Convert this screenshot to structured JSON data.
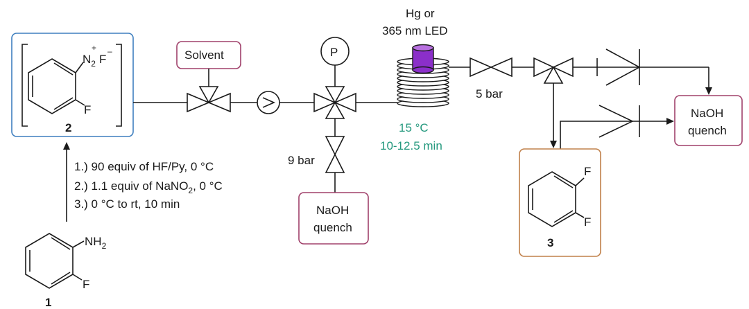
{
  "starting_material": {
    "compound_number": "1",
    "substituent_top": "NH",
    "substituent_top_sub": "2",
    "substituent_side": "F"
  },
  "conditions": {
    "step1": "1.) 90 equiv of HF/Py, 0 °C",
    "step2_pre": "2.) 1.1 equiv of NaNO",
    "step2_sub": "2",
    "step2_post": ", 0 °C",
    "step3": "3.) 0 °C to rt, 10 min"
  },
  "diazonium_box": {
    "compound_number": "2",
    "group_main": "N",
    "group_sub": "2",
    "group_sup": "+",
    "counter_ion": "F",
    "counter_charge": "–",
    "substituent_side": "F",
    "border_color": "#3f7fbf"
  },
  "solvent_box": {
    "label": "Solvent",
    "border_color": "#a0406a"
  },
  "pressure_gauge": {
    "label": "P"
  },
  "backpressure_low": {
    "label": "9 bar"
  },
  "quench_bottom": {
    "line1": "NaOH",
    "line2": "quench",
    "border_color": "#a0406a"
  },
  "reactor": {
    "light_line1": "Hg or",
    "light_line2": "365 nm LED",
    "temperature": "15 °C",
    "residence_time": "10-12.5 min",
    "lamp_color": "#8b2fc9",
    "condition_color": "#23987d"
  },
  "backpressure_high": {
    "label": "5 bar"
  },
  "product_box": {
    "compound_number": "3",
    "substituent_1": "F",
    "substituent_2": "F",
    "border_color": "#c0804a"
  },
  "quench_right": {
    "line1": "NaOH",
    "line2": "quench",
    "border_color": "#a0406a"
  }
}
